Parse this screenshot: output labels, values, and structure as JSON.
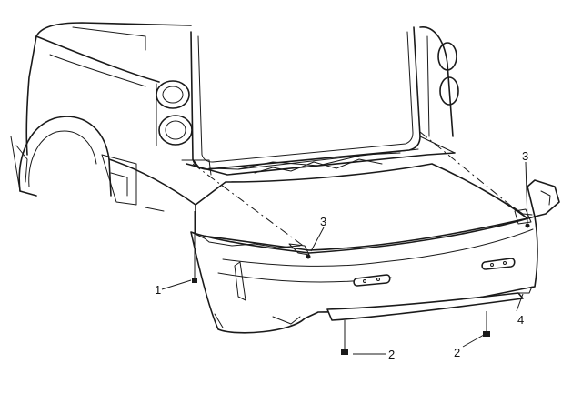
{
  "callouts": {
    "c1": "1",
    "c2a": "2",
    "c2b": "2",
    "c3a": "3",
    "c3b": "3",
    "c4": "4"
  },
  "colors": {
    "line": "#1a1a1a",
    "background": "#ffffff"
  }
}
